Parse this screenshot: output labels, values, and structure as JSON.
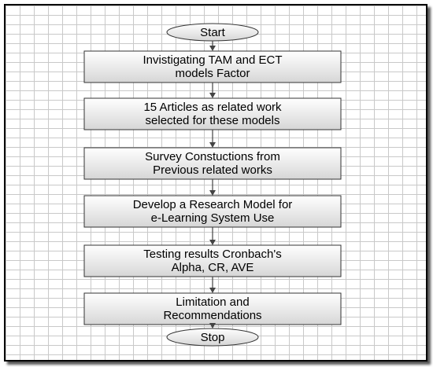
{
  "diagram": {
    "start": "Start",
    "steps": [
      [
        "Invistigating TAM and ECT",
        "models Factor"
      ],
      [
        "15 Articles as related work",
        "selected for these models"
      ],
      [
        "Survey Constuctions from",
        "Previous related works"
      ],
      [
        "Develop a Research Model for",
        "e-Learning System Use"
      ],
      [
        "Testing results Cronbach's",
        "Alpha, CR, AVE"
      ],
      [
        "Limitation and",
        "Recommendations"
      ]
    ],
    "stop": "Stop",
    "colors": {
      "box_top": "#ffffff",
      "box_bottom": "#d6d6d6",
      "border": "#333333",
      "grid": "#c9c9c9"
    }
  }
}
